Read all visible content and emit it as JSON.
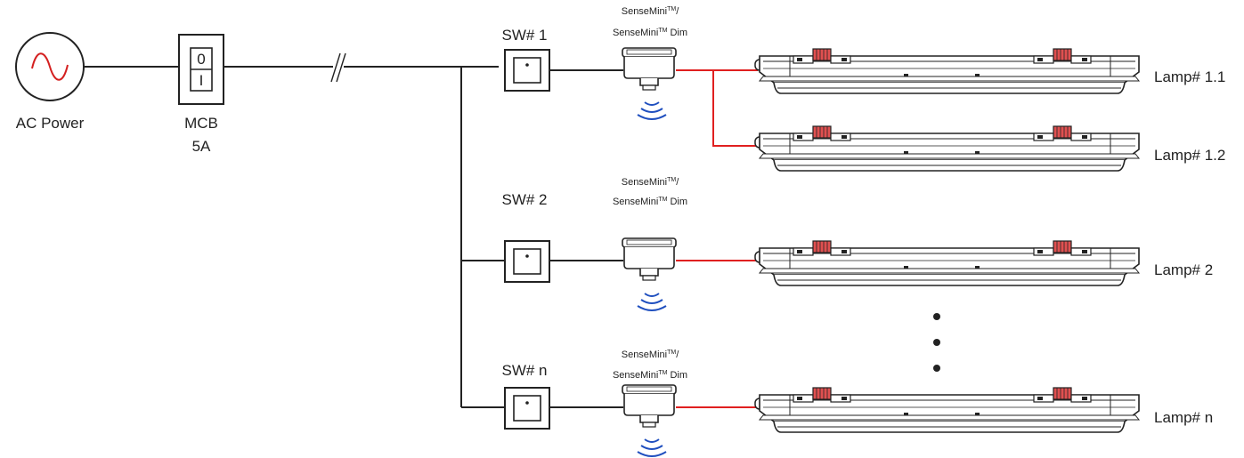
{
  "colors": {
    "wire": "#222222",
    "load_wire": "#e02020",
    "signal": "#1f4fbf",
    "connector": "#d94040"
  },
  "source": {
    "label": "AC Power",
    "icon": "ac-sine-icon"
  },
  "breaker": {
    "label": "MCB",
    "rating": "5A",
    "on_mark": "0",
    "off_mark": "I"
  },
  "sensor_label": {
    "line1": "SenseMini",
    "tm": "TM",
    "slash": "/",
    "line2": "SenseMini",
    "suffix": " Dim"
  },
  "switches": [
    {
      "label": "SW# 1"
    },
    {
      "label": "SW# 2"
    },
    {
      "label": "SW# n"
    }
  ],
  "lamps": [
    {
      "label": "Lamp# 1.1"
    },
    {
      "label": "Lamp# 1.2"
    },
    {
      "label": "Lamp# 2"
    },
    {
      "label": "Lamp# n"
    }
  ],
  "ellipsis": "more-circuits-dots"
}
